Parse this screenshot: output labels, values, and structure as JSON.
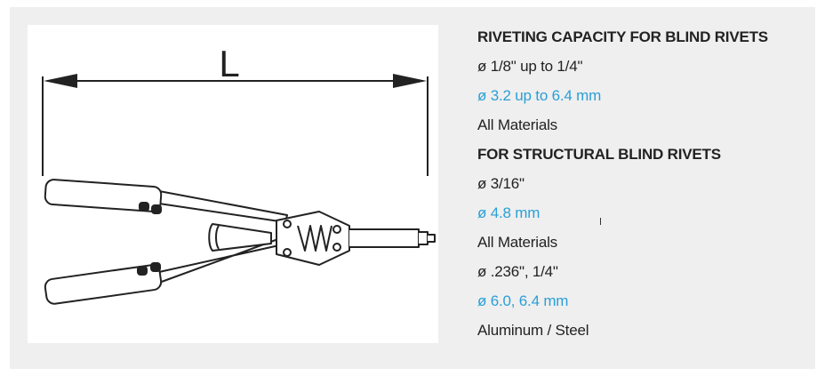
{
  "diagram": {
    "dimension_label": "L",
    "colors": {
      "stroke": "#222222",
      "fill": "#ffffff"
    }
  },
  "specs": {
    "lines": [
      {
        "text": "RIVETING CAPACITY FOR BLIND RIVETS",
        "style": "heading"
      },
      {
        "text": "ø 1/8\" up to 1/4\"",
        "style": "normal"
      },
      {
        "text": "ø 3.2 up to 6.4 mm",
        "style": "accent"
      },
      {
        "text": "All Materials",
        "style": "normal"
      },
      {
        "text": "FOR STRUCTURAL BLIND RIVETS",
        "style": "heading"
      },
      {
        "text": "ø 3/16\"",
        "style": "normal"
      },
      {
        "text": "ø 4.8 mm",
        "style": "accent"
      },
      {
        "text": "All Materials",
        "style": "normal"
      },
      {
        "text": "ø .236\", 1/4\"",
        "style": "normal"
      },
      {
        "text": "ø 6.0, 6.4 mm",
        "style": "accent"
      },
      {
        "text": "Aluminum / Steel",
        "style": "normal"
      }
    ],
    "colors": {
      "text": "#222222",
      "accent": "#2a9fd6",
      "card_bg": "#efefef"
    }
  }
}
